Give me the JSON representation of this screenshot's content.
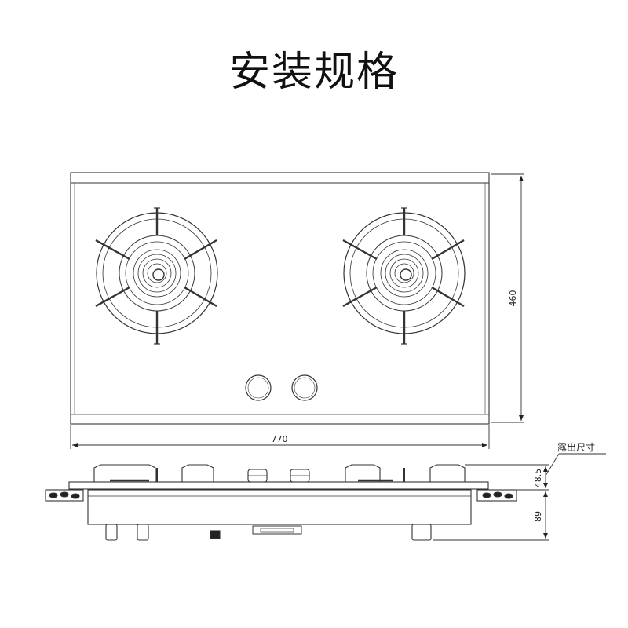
{
  "title": "安装规格",
  "dimensions": {
    "width": "770",
    "depth": "460",
    "exposed_height": "48.5",
    "underside_height": "89",
    "exposed_label": "露出尺寸"
  }
}
